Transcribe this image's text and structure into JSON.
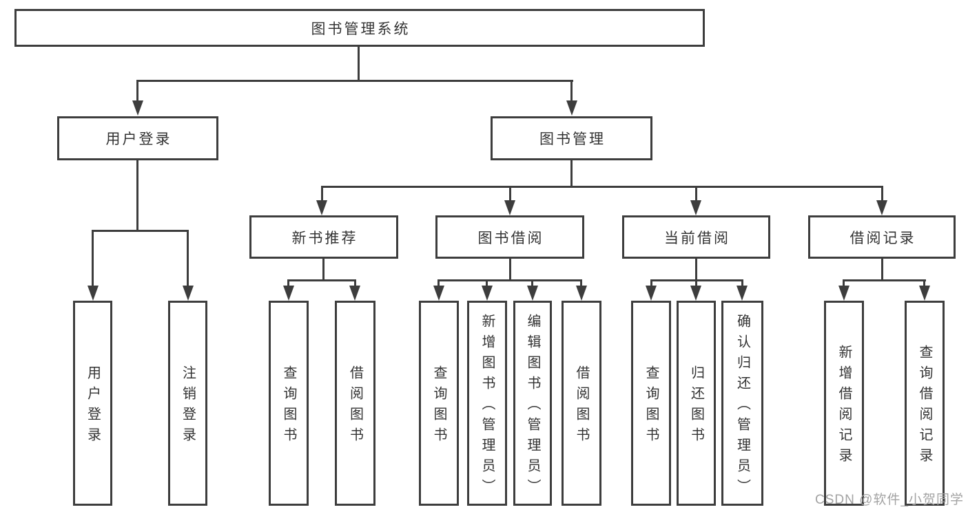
{
  "tree": {
    "root": {
      "label": "图书管理系统"
    },
    "branches": [
      {
        "label": "用户登录",
        "children": [
          {
            "label": "用户登录"
          },
          {
            "label": "注销登录"
          }
        ]
      },
      {
        "label": "图书管理",
        "groups": [
          {
            "label": "新书推荐",
            "children": [
              {
                "label": "查询图书"
              },
              {
                "label": "借阅图书"
              }
            ]
          },
          {
            "label": "图书借阅",
            "children": [
              {
                "label": "查询图书"
              },
              {
                "label": "新增图书（管理员）"
              },
              {
                "label": "编辑图书（管理员）"
              },
              {
                "label": "借阅图书"
              }
            ]
          },
          {
            "label": "当前借阅",
            "children": [
              {
                "label": "查询图书"
              },
              {
                "label": "归还图书"
              },
              {
                "label": "确认归还（管理员）"
              }
            ]
          },
          {
            "label": "借阅记录",
            "children": [
              {
                "label": "新增借阅记录"
              },
              {
                "label": "查询借阅记录"
              }
            ]
          }
        ]
      }
    ]
  },
  "watermark": {
    "text": "CSDN @软件_小贺同学"
  },
  "colors": {
    "line": "#3d3d3d",
    "text": "#333333",
    "watermark": "#a3a3a3",
    "background": "#ffffff"
  }
}
